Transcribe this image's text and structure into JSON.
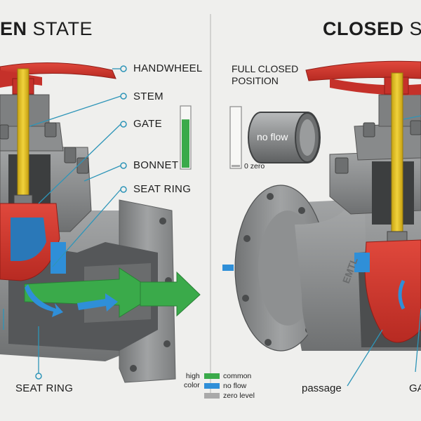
{
  "left_title": {
    "bold": "EN",
    "rest": " STATE"
  },
  "right_title": {
    "bold": "CLOSED",
    "rest": " S"
  },
  "labels": {
    "handwheel": "HANDWHEEL",
    "stem": "STEM",
    "gate": "GATE",
    "bonnet": "BONNET",
    "seat_ring_top": "SEAT RING",
    "seat_ring_bottom": "SEAT RING",
    "full_closed_line1": "FULL CLOSED",
    "full_closed_line2": "POSITION",
    "no_flow_bubble": "no flow",
    "zero": "0 zero",
    "passage": "passage",
    "gate_right": "GA",
    "body_text": "EMTL"
  },
  "legend": {
    "side_line1": "high",
    "side_line2": "color",
    "items": [
      {
        "label": "common",
        "color": "#3aaa4a"
      },
      {
        "label": "no flow",
        "color": "#2f8fd8"
      },
      {
        "label": "zero level",
        "color": "#a9a9a9"
      }
    ]
  },
  "gauge_left": {
    "level": 0.8,
    "fill_color": "#3aaa4a"
  },
  "gauge_right": {
    "level": 0.0
  },
  "colors": {
    "red": "#d8382e",
    "yellow": "#e7c325",
    "steel": "#8d8f90",
    "flow_green": "#3aaa4a",
    "flow_blue": "#2f8fd8",
    "leader": "#2e95b8"
  }
}
